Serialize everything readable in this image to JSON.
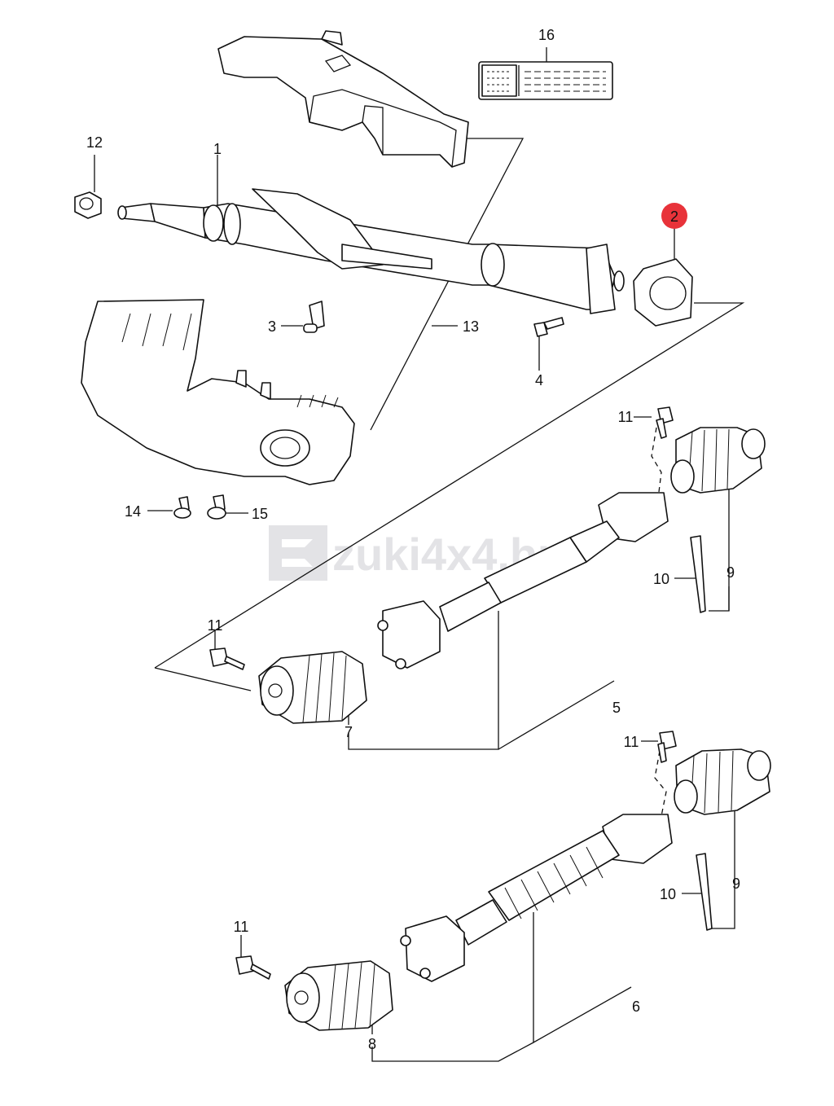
{
  "diagram": {
    "labels": {
      "l1": "1",
      "l2": "2",
      "l3": "3",
      "l4": "4",
      "l5": "5",
      "l6": "6",
      "l7": "7",
      "l8": "8",
      "l9a": "9",
      "l9b": "9",
      "l10a": "10",
      "l10b": "10",
      "l11a": "11",
      "l11b": "11",
      "l11c": "11",
      "l11d": "11",
      "l12": "12",
      "l13": "13",
      "l14": "14",
      "l15": "15",
      "l16": "16"
    },
    "watermark": "zuki4x4.hu",
    "highlight_color": "#e8333a"
  }
}
